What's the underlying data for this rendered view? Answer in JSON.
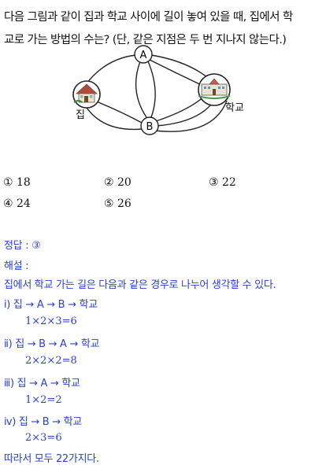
{
  "question": {
    "line1": "다음 그림과 같이 집과 학교 사이에 길이 놓여 있을 때, 집에서 학",
    "line2": "교로 가는 방법의 수는? (단, 같은 지점은 두 번 지나지 않는다.)"
  },
  "figure": {
    "node_a": "A",
    "node_b": "B",
    "home": "집",
    "school": "학교"
  },
  "choices": [
    "① 18",
    "② 20",
    "③ 22",
    "④ 24",
    "⑤ 26"
  ],
  "solution": {
    "answer": "정답 : ③",
    "explanation_title": "해설 :",
    "intro": "집에서 학교 가는 길은 다음과 같은 경우로 나누어 생각할 수 있다.",
    "cases": [
      {
        "label": "ⅰ) 집 → A → B → 학교",
        "calc": "1×2×3=6"
      },
      {
        "label": "ⅱ) 집 → B → A → 학교",
        "calc": "2×2×2=8"
      },
      {
        "label": "ⅲ) 집 → A → 학교",
        "calc": "1×2=2"
      },
      {
        "label": "ⅳ) 집 → B → 학교",
        "calc": "2×3=6"
      }
    ],
    "conclusion": "따라서 모두 22가지다."
  }
}
